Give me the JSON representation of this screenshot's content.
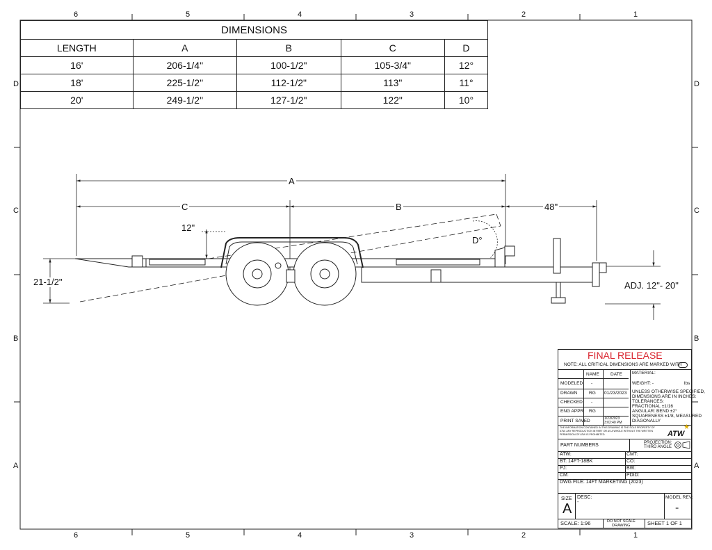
{
  "zones": {
    "columns": [
      "6",
      "5",
      "4",
      "3",
      "2",
      "1"
    ],
    "rows": [
      "D",
      "C",
      "B",
      "A"
    ]
  },
  "dimensions_table": {
    "title": "DIMENSIONS",
    "headers": [
      "LENGTH",
      "A",
      "B",
      "C",
      "D"
    ],
    "rows": [
      [
        "16'",
        "206-1/4\"",
        "100-1/2\"",
        "105-3/4\"",
        "12°"
      ],
      [
        "18'",
        "225-1/2\"",
        "112-1/2\"",
        "113\"",
        "11°"
      ],
      [
        "20'",
        "249-1/2\"",
        "127-1/2\"",
        "122\"",
        "10°"
      ]
    ]
  },
  "drawing_labels": {
    "a": "A",
    "b": "B",
    "c": "C",
    "tongue": "48\"",
    "tilt": "12\"",
    "angle": "D°",
    "deck_height": "21-1/2\"",
    "coupler_adjust": "ADJ. 12\"- 20\""
  },
  "title_block": {
    "release": "FINAL RELEASE",
    "note": "NOTE: ALL CRITICAL DIMENSIONS ARE MARKED WITH",
    "col_name": "NAME",
    "col_date": "DATE",
    "material_label": "MATERIAL:",
    "rows": [
      {
        "label": "MODELED",
        "name": "-",
        "date": ""
      },
      {
        "label": "DRAWN",
        "name": "RG",
        "date": "01/23/2023"
      },
      {
        "label": "CHECKED",
        "name": "-",
        "date": ""
      },
      {
        "label": "ENG APPR",
        "name": "RG",
        "date": ""
      },
      {
        "label": "PRINT SAVED",
        "name": "",
        "date": "1/23/2023 3:02:40 PM"
      }
    ],
    "weight_label": "WEIGHT: -",
    "weight_unit": "lbs",
    "tolerances": [
      "UNLESS OTHERWISE SPECIFIED,",
      "DIMENSIONS ARE IN INCHES:",
      "TOLERANCES:",
      "FRACTIONAL ±1/16",
      "ANGULAR: BEND ±2°",
      "SQUARENESS ±1/8, MEASURED",
      "DIAGONALLY"
    ],
    "proprietary": [
      "THE INFORMATION CONTAINED IN THIS DRAWING IS THE SOLE PROPERTY OF",
      "ATW. ANY REPRODUCTION IN PART OR AS A WHOLE WITHOUT THE WRITTEN",
      "PERMISSION OF ATW IS PROHIBITED."
    ],
    "logo": "ATW",
    "part_numbers": "PART NUMBERS",
    "projection": [
      "PROJECTION:",
      "THIRD ANGLE"
    ],
    "left_fields": [
      "ATW:",
      "BT: 14FT-18BK",
      "PJ:",
      "CM:"
    ],
    "right_fields": [
      "CMT:",
      "CO:",
      "BW:",
      "PDID:"
    ],
    "dwg_file": "DWG FILE: 14FT MARKETING (2023)",
    "size_label": "SIZE",
    "size": "A",
    "desc_label": "DESC:",
    "desc": "-",
    "rev_label": "MODEL REV:",
    "rev": "-",
    "scale": "SCALE: 1:96",
    "do_not_scale": [
      "DO NOT SCALE",
      "DRAWING"
    ],
    "sheet": "SHEET 1 OF 1"
  }
}
